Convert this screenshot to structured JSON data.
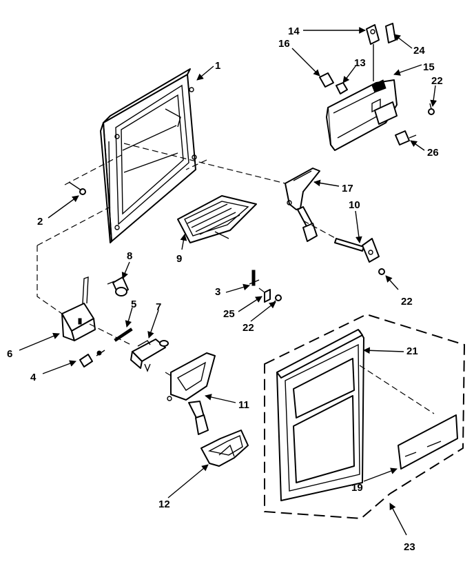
{
  "labels": {
    "p1": "1",
    "p2": "2",
    "p3": "3",
    "p4": "4",
    "p5": "5",
    "p6": "6",
    "p7": "7",
    "p8": "8",
    "p9": "9",
    "p10": "10",
    "p11": "11",
    "p12": "12",
    "p13": "13",
    "p14": "14",
    "p15": "15",
    "p16": "16",
    "p17": "17",
    "p19": "19",
    "p21": "21",
    "p22a": "22",
    "p22b": "22",
    "p22c": "22",
    "p23": "23",
    "p24": "24",
    "p25": "25",
    "p26": "26"
  }
}
